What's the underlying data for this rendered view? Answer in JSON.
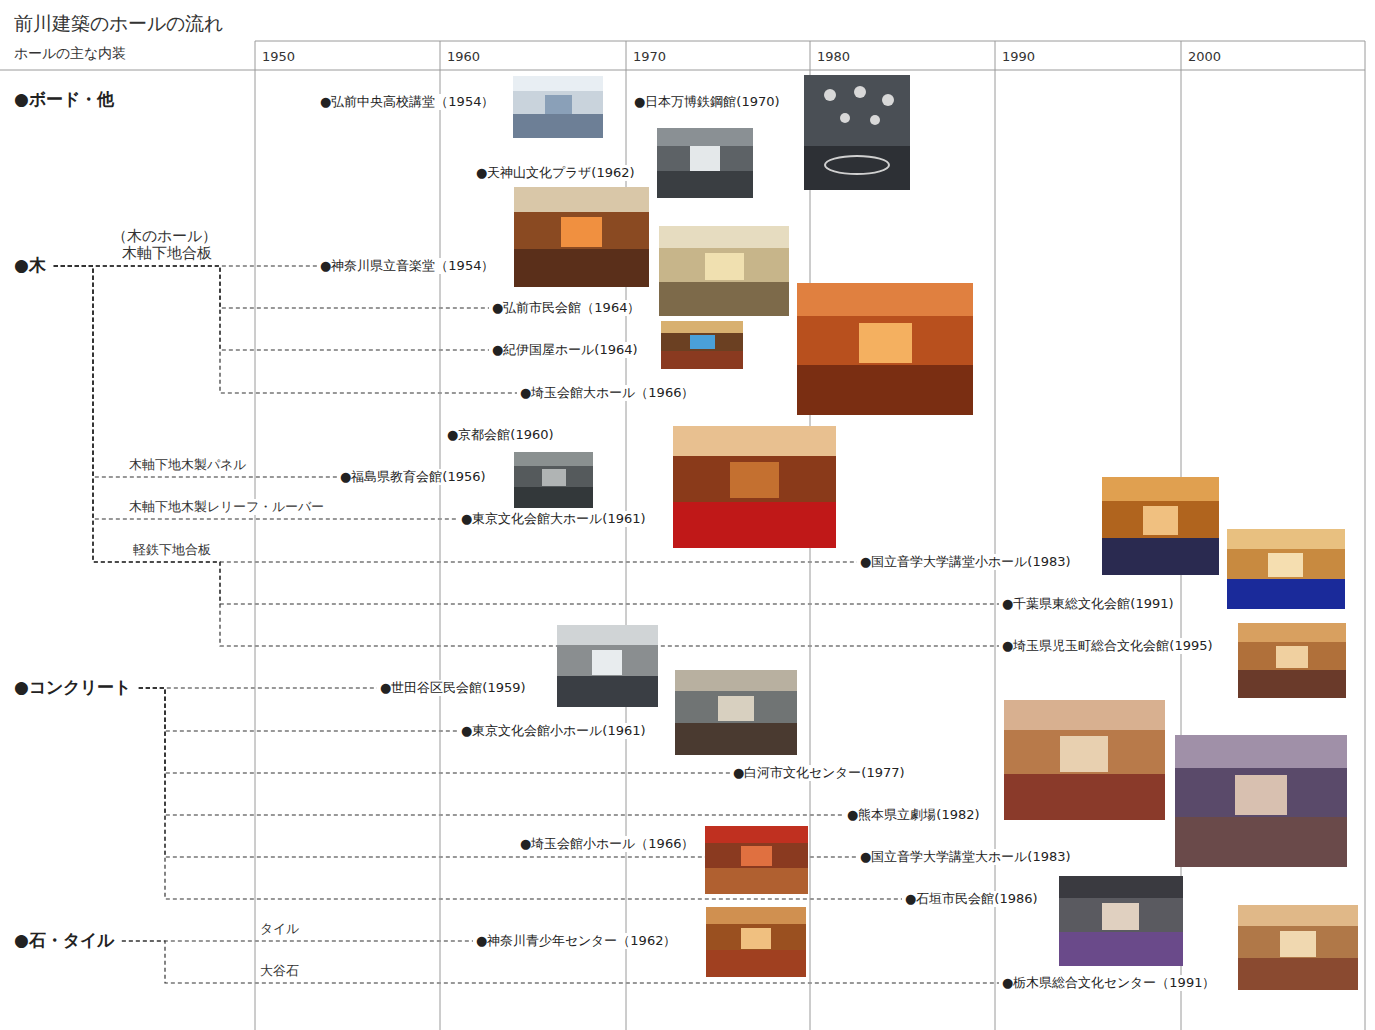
{
  "diagram": {
    "title": "前川建築のホールの流れ",
    "nodes": [
      {
        "text": [
          "●ボード・他"
        ]
      },
      {
        "text": [
          "●弘前中央高校講堂（1954）"
        ]
      },
      {
        "text": [
          "●日本万博鉄鋼館(1970)"
        ]
      },
      {
        "text": [
          "●天神山文化プラザ(1962)"
        ]
      },
      {
        "text": [
          "●木"
        ]
      },
      {
        "text": [
          "●神奈川県立音楽堂（1954）"
        ]
      },
      {
        "text": [
          "●弘前市民会館（1964）"
        ]
      },
      {
        "text": [
          "●紀伊国屋ホール(1964)"
        ]
      },
      {
        "text": [
          "●埼玉会館大ホール（1966）"
        ]
      },
      {
        "text": [
          "●京都会館(1960)"
        ]
      },
      {
        "text": [
          "●福島県教育会館(1956)"
        ]
      },
      {
        "text": [
          "●東京文化会館大ホール(1961)"
        ]
      },
      {
        "text": [
          "●国立音学大学講堂小ホール(1983)"
        ]
      },
      {
        "text": [
          "●千葉県東総文化会館(1991)"
        ]
      },
      {
        "text": [
          "●埼玉県児玉町総合文化会館(1995)"
        ]
      },
      {
        "text": [
          "●コンクリート"
        ]
      },
      {
        "text": [
          "●世田谷区民会館(1959)"
        ]
      },
      {
        "text": [
          "●東京文化会館小ホール(1961)"
        ]
      },
      {
        "text": [
          "●白河市文化センター(1977)"
        ]
      },
      {
        "text": [
          "●熊本県立劇場(1982)"
        ]
      },
      {
        "text": [
          "●埼玉会館小ホール（1966）"
        ]
      },
      {
        "text": [
          "●国立音学大学講堂大ホール(1983)"
        ]
      },
      {
        "text": [
          "●石垣市民会館(1986)"
        ]
      },
      {
        "text": [
          "●石・タイル"
        ]
      },
      {
        "text": [
          "●神奈川青少年センター（1962）"
        ]
      },
      {
        "text": [
          "●栃木県総合文化センター（1991）"
        ]
      }
    ],
    "edges": [
      {
        "from": 4,
        "to": 5,
        "arrow": "none"
      },
      {
        "from": 4,
        "to": 6,
        "arrow": "none"
      },
      {
        "from": 4,
        "to": 7,
        "arrow": "none"
      },
      {
        "from": 4,
        "to": 8,
        "arrow": "none"
      },
      {
        "from": 4,
        "to": 10,
        "arrow": "none"
      },
      {
        "from": 4,
        "to": 11,
        "arrow": "none"
      },
      {
        "from": 4,
        "to": 12,
        "arrow": "none"
      },
      {
        "from": 4,
        "to": 13,
        "arrow": "none"
      },
      {
        "from": 4,
        "to": 14,
        "arrow": "none"
      },
      {
        "from": 15,
        "to": 16,
        "arrow": "none"
      },
      {
        "from": 15,
        "to": 17,
        "arrow": "none"
      },
      {
        "from": 15,
        "to": 18,
        "arrow": "none"
      },
      {
        "from": 15,
        "to": 19,
        "arrow": "none"
      },
      {
        "from": 15,
        "to": 21,
        "arrow": "none"
      },
      {
        "from": 15,
        "to": 22,
        "arrow": "none"
      },
      {
        "from": 23,
        "to": 24,
        "arrow": "none"
      },
      {
        "from": 23,
        "to": 25,
        "arrow": "none"
      }
    ],
    "labels": [
      "ホールの主な内装",
      "1950",
      "1960",
      "1970",
      "1980",
      "1990",
      "2000",
      "（木のホール）",
      "木軸下地合板",
      "木軸下地木製パネル",
      "木軸下地木製レリーフ・ルーバー",
      "軽鉄下地合板",
      "タイル",
      "大谷石"
    ]
  }
}
